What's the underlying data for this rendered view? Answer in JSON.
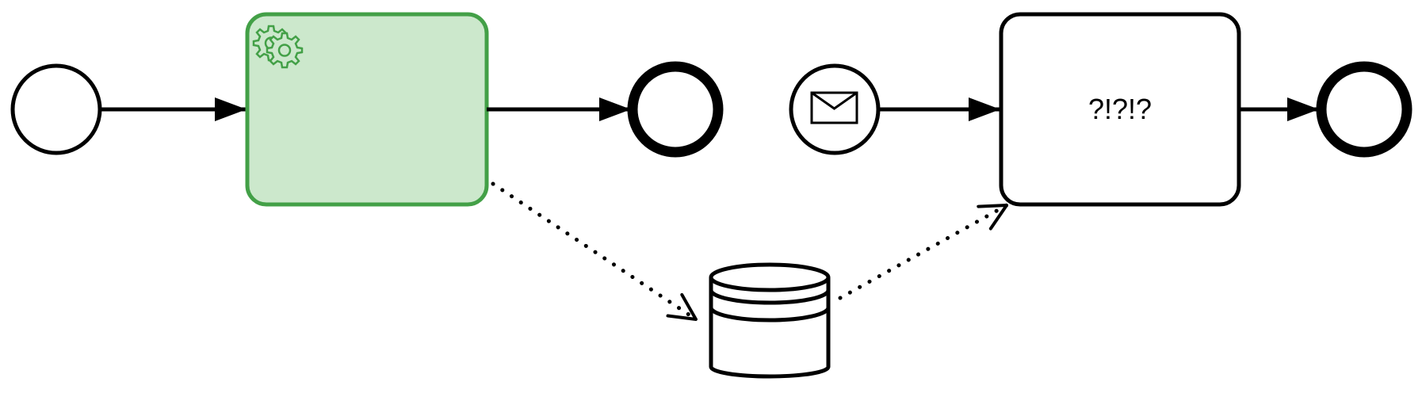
{
  "diagram": {
    "colors": {
      "stroke": "#000000",
      "highlight_stroke": "#43a047",
      "highlight_fill": "#cce8cc",
      "background": "#ffffff"
    },
    "process_1": {
      "start_event": {
        "type": "start-event"
      },
      "service_task": {
        "type": "service-task",
        "icon": "gear-icon",
        "label": "",
        "status": "highlighted"
      },
      "end_event": {
        "type": "end-event"
      }
    },
    "process_2": {
      "message_start_event": {
        "type": "message-start-event",
        "icon": "envelope-icon"
      },
      "task": {
        "type": "task",
        "label": "?!?!?"
      },
      "end_event": {
        "type": "end-event"
      }
    },
    "data_store": {
      "type": "data-store",
      "icon": "database-icon"
    },
    "associations": [
      {
        "from": "service_task",
        "to": "data_store",
        "style": "dotted"
      },
      {
        "from": "data_store",
        "to": "task",
        "style": "dotted"
      }
    ]
  }
}
